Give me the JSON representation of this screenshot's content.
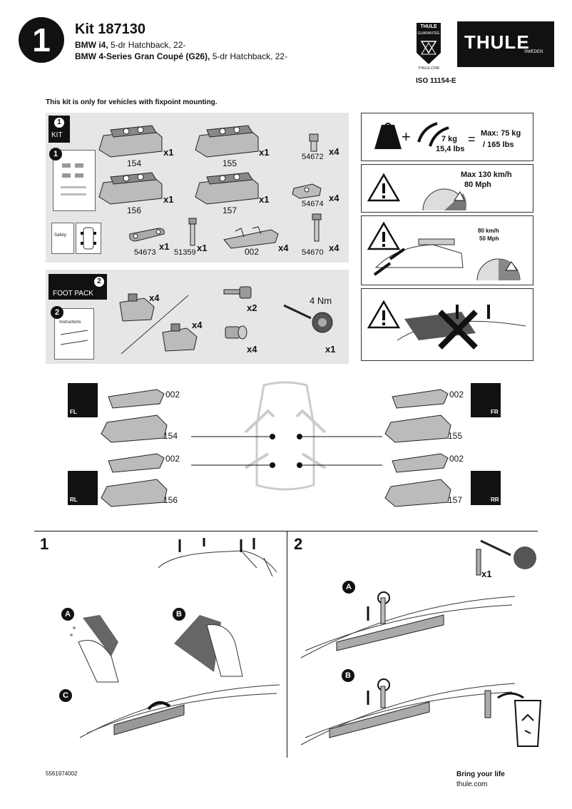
{
  "header": {
    "step_number": "1",
    "kit_title": "Kit 187130",
    "vehicle_1_model": "BMW i4,",
    "vehicle_1_body": "5-dr Hatchback, 22-",
    "vehicle_2_model": "BMW 4-Series Gran Coupé (G26),",
    "vehicle_2_body": "5-dr Hatchback, 22-",
    "seal_top": "THULE",
    "seal_middle": "GUARANTEE",
    "seal_bottom": "THULE.COM",
    "logo_text": "THULE",
    "logo_sub": "SWEDEN",
    "iso": "ISO 11154-E"
  },
  "notice": "This kit is only for vehicles with fixpoint mounting.",
  "kit_panel": {
    "badge_num": "1",
    "badge_label": "KIT",
    "booklet_num": "1",
    "safety_label": "Safety",
    "parts": [
      {
        "code": "154",
        "qty": "x1"
      },
      {
        "code": "155",
        "qty": "x1"
      },
      {
        "code": "54672",
        "qty": "x4"
      },
      {
        "code": "156",
        "qty": "x1"
      },
      {
        "code": "157",
        "qty": "x1"
      },
      {
        "code": "54674",
        "qty": "x4"
      },
      {
        "code": "54673",
        "qty": "x1"
      },
      {
        "code": "51359",
        "qty": "x1"
      },
      {
        "code": "002",
        "qty": "x4"
      },
      {
        "code": "54670",
        "qty": "x4"
      }
    ]
  },
  "foot_pack_panel": {
    "badge_num": "2",
    "badge_label": "FOOT PACK",
    "booklet_num": "2",
    "instructions_label": "Instructions",
    "foot_qty_1": "x4",
    "foot_qty_2": "x4",
    "key_qty": "x2",
    "lock_qty": "x4",
    "tool_torque": "4 Nm",
    "tool_qty": "x1"
  },
  "warnings": {
    "weight": "7 kg",
    "weight_lbs": "15,4 lbs",
    "max_load": "Max: 75 kg",
    "max_load_lbs": "/ 165 lbs",
    "speed_max": "Max  130 km/h",
    "speed_mph": "80 Mph",
    "speed_2_kmh": "80 km/h",
    "speed_2_mph": "50 Mph"
  },
  "positions": {
    "fl": {
      "label": "FL",
      "pad": "002",
      "foot": "154"
    },
    "fr": {
      "label": "FR",
      "pad": "002",
      "foot": "155"
    },
    "rl": {
      "label": "RL",
      "pad": "002",
      "foot": "156"
    },
    "rr": {
      "label": "RR",
      "pad": "002",
      "foot": "157"
    }
  },
  "steps": {
    "step1": {
      "number": "1",
      "a": "A",
      "b": "B",
      "c": "C"
    },
    "step2": {
      "number": "2",
      "bolt_qty": "x1",
      "a": "A",
      "b": "B"
    }
  },
  "footer": {
    "doc_number": "5561974002",
    "tagline": "Bring your life",
    "website": "thule.com"
  }
}
